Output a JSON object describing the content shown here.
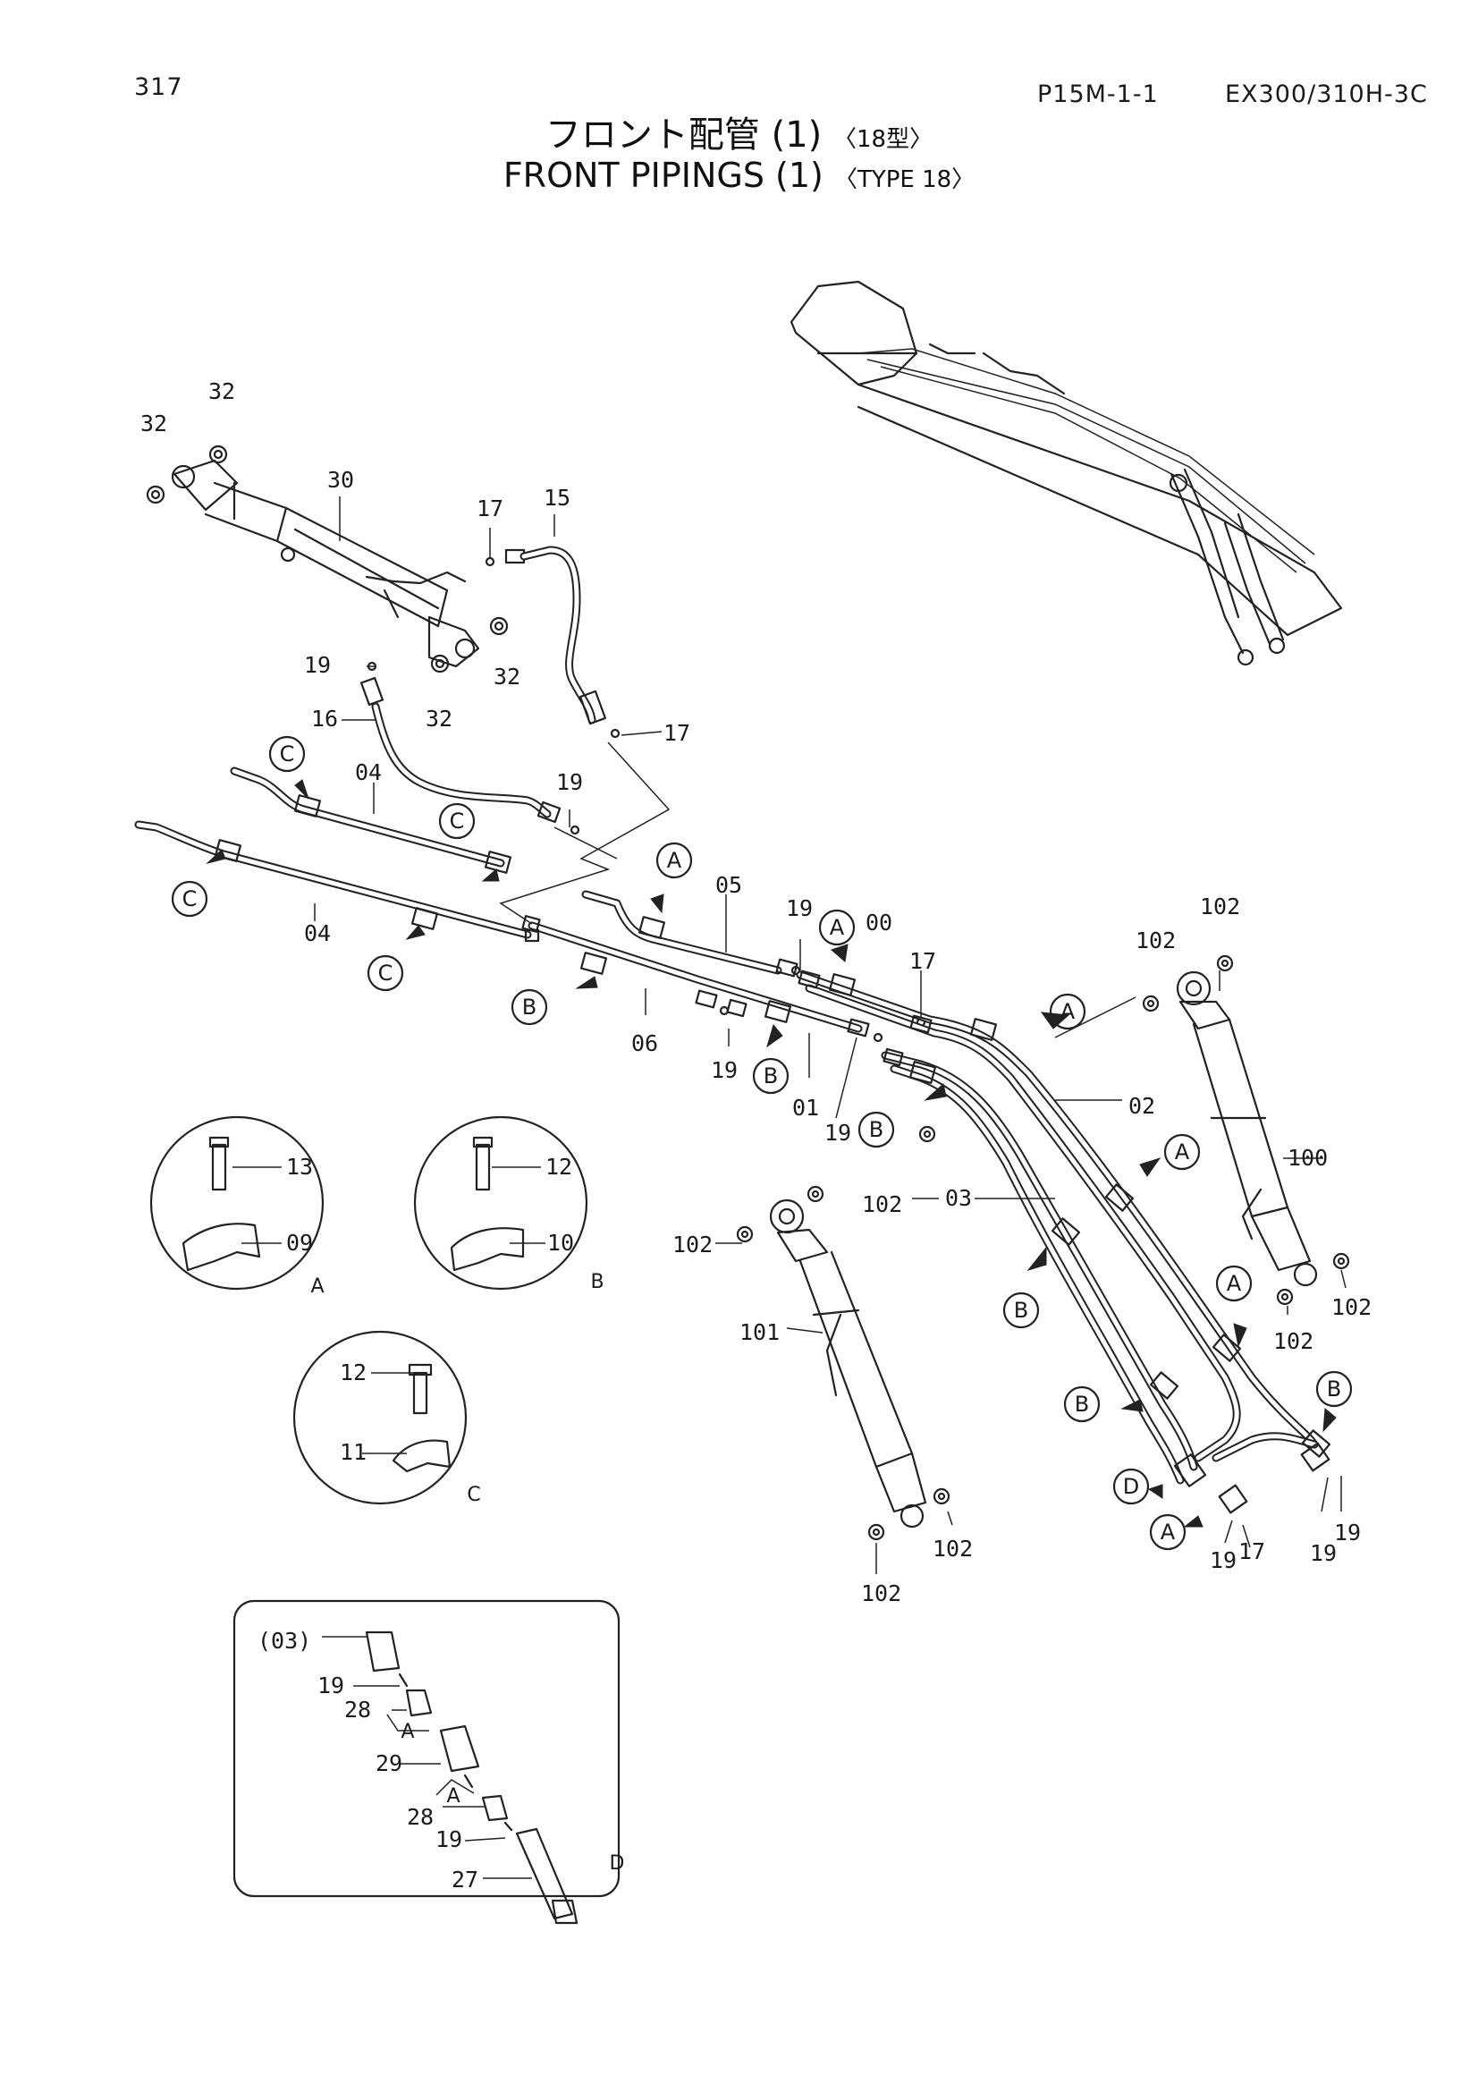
{
  "header": {
    "page_number": "317",
    "part_code": "P15M-1-1",
    "model": "EX300/310H-3C"
  },
  "title": {
    "jp_main": "フロント配管 (1)",
    "jp_type": "〈18型〉",
    "en_main": "FRONT  PIPINGS  (1)",
    "en_type": "〈TYPE 18〉"
  },
  "labels": {
    "p00": "00",
    "p01": "01",
    "p02": "02",
    "p03": "03",
    "p04": "04",
    "p05": "05",
    "p06": "06",
    "p09": "09",
    "p10": "10",
    "p11": "11",
    "p12": "12",
    "p13": "13",
    "p15": "15",
    "p16": "16",
    "p17": "17",
    "p19": "19",
    "p27": "27",
    "p28": "28",
    "p29": "29",
    "p30": "30",
    "p32": "32",
    "p100": "100",
    "p101": "101",
    "p102": "102"
  },
  "callouts": {
    "A": "A",
    "B": "B",
    "C": "C",
    "D": "D"
  },
  "detail_box": {
    "ref": "(03)"
  }
}
